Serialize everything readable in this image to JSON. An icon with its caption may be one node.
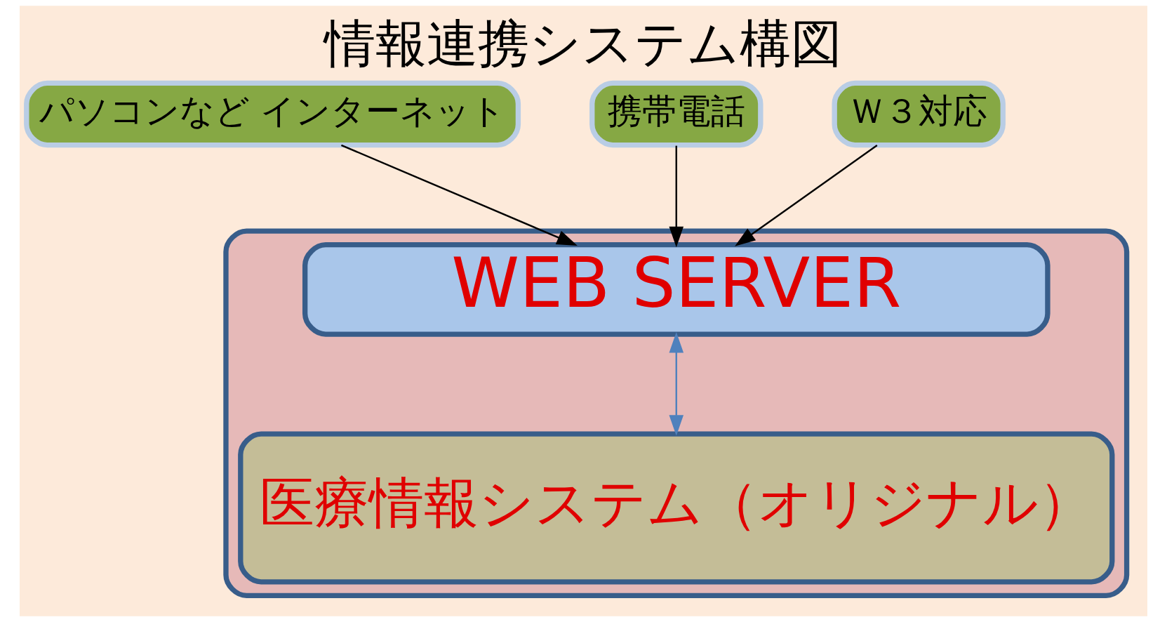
{
  "diagram": {
    "title": "情報連携システム構図",
    "nodes": [
      {
        "text": [
          "パソコンなど インターネット"
        ]
      },
      {
        "text": [
          "携帯電話"
        ]
      },
      {
        "text": [
          "Ｗ３対応"
        ]
      },
      {
        "text": [],
        "shape": "ellipse"
      },
      {
        "text": [
          "WEB SERVER"
        ],
        "in": 3
      },
      {
        "text": [
          "医療情報システム（オリジナル）"
        ],
        "in": 3
      }
    ],
    "edges": [
      {
        "from": 0,
        "to": 4,
        "arrow": "to"
      },
      {
        "from": 1,
        "to": 4,
        "arrow": "to"
      },
      {
        "from": 2,
        "to": 4,
        "arrow": "to"
      },
      {
        "from": 4,
        "to": 5,
        "arrow": "both",
        "color": "#4f81bd"
      }
    ]
  }
}
